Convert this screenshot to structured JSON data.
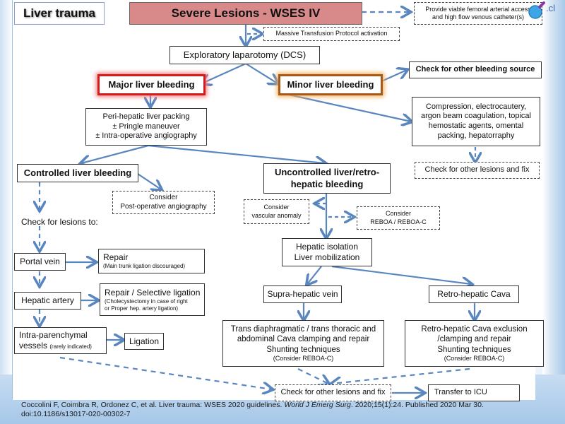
{
  "title": "Liver trauma",
  "nodes": {
    "severe": "Severe Lesions - WSES IV",
    "femoral": [
      "Provide viable femoral arterial access",
      "and high flow venous catheter(s)"
    ],
    "mtp": "Massive Transfusion Protocol activation",
    "laparotomy": "Exploratory laparotomy (DCS)",
    "major": "Major liver bleeding",
    "minor": "Minor liver bleeding",
    "other_source": "Check for other bleeding source",
    "packing": [
      "Peri-hepatic liver packing",
      "± Pringle maneuver",
      "± Intra-operative angiography"
    ],
    "compression": [
      "Compression, electrocautery,",
      "argon beam coagulation, topical",
      "hemostatic agents, omental",
      "packing, hepatorraphy"
    ],
    "check_other_top": "Check for other lesions and fix",
    "controlled": "Controlled liver bleeding",
    "post_angio": [
      "Consider",
      "Post-operative angiography"
    ],
    "uncontrolled": [
      "Uncontrolled liver/retro-",
      "hepatic bleeding"
    ],
    "vascular": [
      "Consider",
      "vascular anomaly"
    ],
    "reboa": [
      "Consider",
      "REBOA / REBOA-C"
    ],
    "check_lesions": "Check for lesions to:",
    "portal": "Portal vein",
    "repair": "Repair",
    "repair_note": "(Main trunk ligation discouraged)",
    "hepatic_artery": "Hepatic artery",
    "selective": "Repair / Selective ligation",
    "selective_note": [
      "(Cholecystectomy in case of right",
      "or Proper hep. artery ligation)"
    ],
    "intra": "Intra-parenchymal",
    "intra2": "vessels",
    "intra_note": "(rarely indicated)",
    "ligation": "Ligation",
    "isolation": [
      "Hepatic isolation",
      "Liver mobilization"
    ],
    "supra": "Supra-hepatic vein",
    "retro": "Retro-hepatic Cava",
    "trans": [
      "Trans diaphragmatic / trans thoracic and",
      "abdominal Cava clamping and repair",
      "Shunting techniques",
      "(Consider REBOA-C)"
    ],
    "retro_excl": [
      "Retro-hepatic Cava exclusion",
      "/clamping and repair",
      "Shunting techniques",
      "(Consider REBOA-C)"
    ],
    "check_other_bottom": "Check for other lesions and fix",
    "icu": "Transfer to ICU"
  },
  "footer": {
    "authors": "Coccolini F, Coimbra R, Ordonez C, et al. Liver trauma: WSES 2020 guidelines.",
    "journal": "World J Emerg Surg",
    "rest": ". 2020;15(1):24. Published 2020 Mar 30.",
    "doi": "doi:10.1186/s13017-020-00302-7"
  },
  "logo_text": ".cl",
  "colors": {
    "arrow": "#5a86bf",
    "severe_fill": "#d88a8a",
    "major_border": "#d41c1c",
    "minor_border": "#a55a1a"
  }
}
